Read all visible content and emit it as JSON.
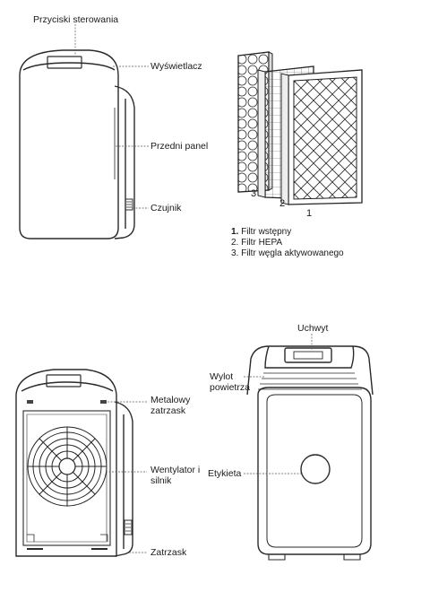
{
  "front_view": {
    "labels": {
      "control_buttons": "Przyciski sterowania",
      "display": "Wyświetlacz",
      "front_panel": "Przedni panel",
      "sensor": "Czujnik"
    }
  },
  "filters": {
    "numbers": [
      "3",
      "2",
      "1"
    ],
    "legend": [
      {
        "num": "1.",
        "text": "Filtr wstępny"
      },
      {
        "num": "2.",
        "text": "Filtr HEPA"
      },
      {
        "num": "3.",
        "text": "Filtr węgla aktywowanego"
      }
    ]
  },
  "open_view": {
    "labels": {
      "metal_latch": "Metalowy zatrzask",
      "fan_motor": "Wentylator i silnik",
      "latch": "Zatrzask"
    }
  },
  "back_view": {
    "labels": {
      "handle": "Uchwyt",
      "air_outlet": "Wylot powietrza",
      "label_sticker": "Etykieta"
    }
  }
}
